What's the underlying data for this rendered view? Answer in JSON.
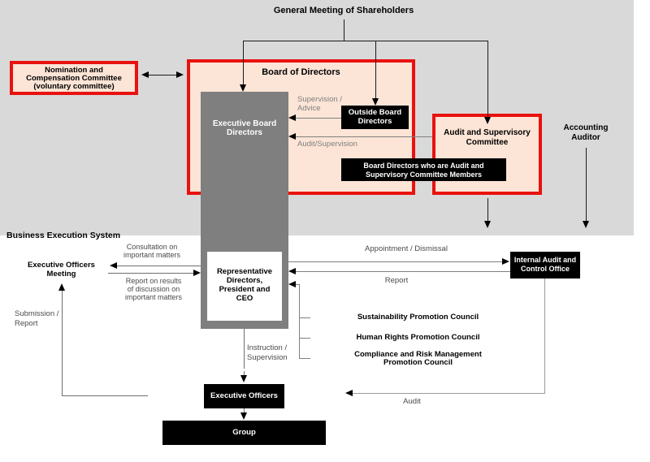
{
  "page_title": "General Meeting of Shareholders",
  "colors": {
    "accent_red": "#e8120f",
    "panel_pink": "#fce4d6",
    "column_gray": "#7f7f7f",
    "region_gray": "#d9d9d9",
    "box_black": "#000000",
    "box_white": "#ffffff",
    "label_gray": "#808080"
  },
  "boxes": {
    "nomination_committee": [
      "Nomination and",
      "Compensation Committee",
      "(voluntary committee)"
    ],
    "board_of_directors_title": "Board of Directors",
    "executive_board_directors": [
      "Executive Board",
      "Directors"
    ],
    "outside_board_directors": [
      "Outside Board",
      "Directors"
    ],
    "audit_supervisory_committee": [
      "Audit and Supervisory",
      "Committee"
    ],
    "audit_committee_members": [
      "Board Directors who are Audit and",
      "Supervisory Committee Members"
    ],
    "accounting_auditor": [
      "Accounting",
      "Auditor"
    ],
    "business_execution_system": "Business Execution System",
    "executive_officers_meeting": [
      "Executive Officers",
      "Meeting"
    ],
    "representative_directors": [
      "Representative",
      "Directors,",
      "President and",
      "CEO"
    ],
    "internal_audit_office": [
      "Internal Audit and",
      "Control Office"
    ],
    "sustainability_council": "Sustainability Promotion Council",
    "human_rights_council": "Human Rights Promotion Council",
    "compliance_council": [
      "Compliance and Risk Management",
      "Promotion Council"
    ],
    "executive_officers": "Executive Officers",
    "group": "Group"
  },
  "labels": {
    "supervision_advice": [
      "Supervision /",
      "Advice"
    ],
    "audit_supervision": "Audit/Supervision",
    "appointment_dismissal": "Appointment / Dismissal",
    "report": "Report",
    "consultation": [
      "Consultation on",
      "important matters"
    ],
    "report_results": [
      "Report on results",
      "of discussion on",
      "important matters"
    ],
    "submission_report": [
      "Submission /",
      "Report"
    ],
    "instruction_supervision": [
      "Instruction /",
      "Supervision"
    ],
    "audit": "Audit"
  }
}
